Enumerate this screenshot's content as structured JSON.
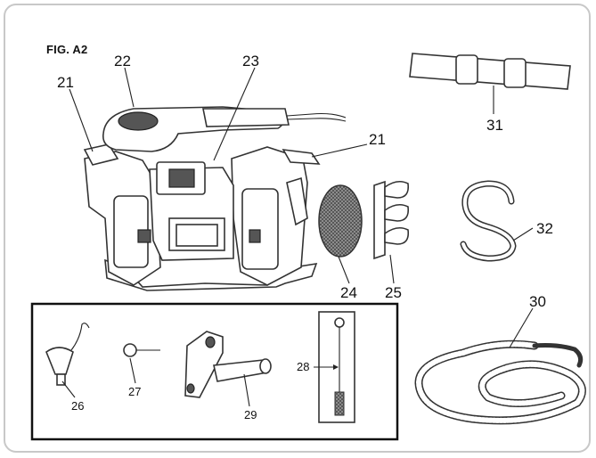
{
  "figure": {
    "title": "FIG. A2"
  },
  "callouts": {
    "c21a": "21",
    "c22": "22",
    "c23": "23",
    "c21b": "21",
    "c24": "24",
    "c25": "25",
    "c31": "31",
    "c32": "32",
    "c30": "30",
    "c26": "26",
    "c27": "27",
    "c28": "28",
    "c29": "29"
  },
  "colors": {
    "outline": "#333333",
    "frame": "#c8c8c8",
    "mesh": "#6e6e6e"
  }
}
